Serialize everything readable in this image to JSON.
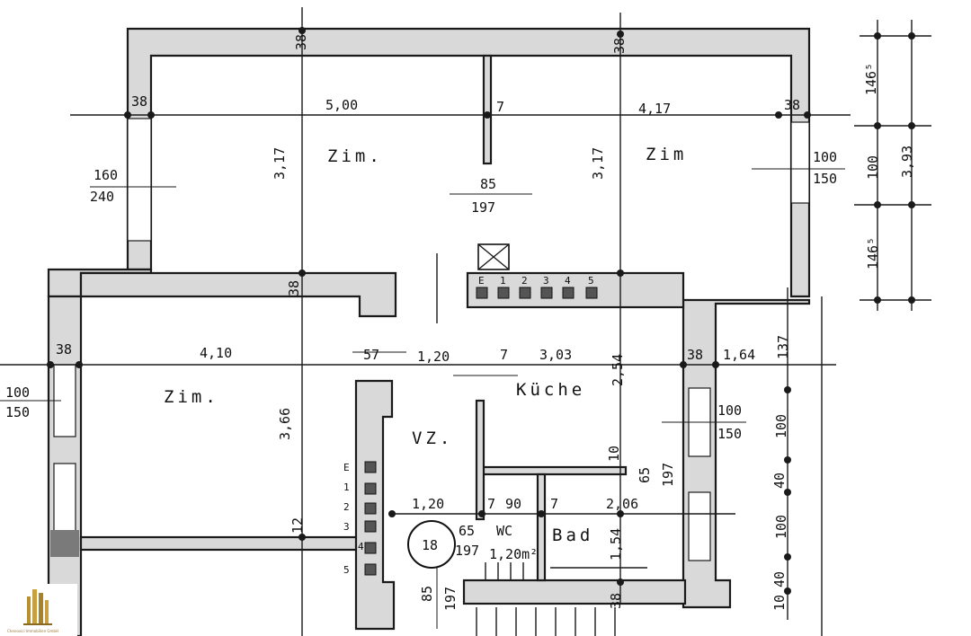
{
  "rooms": {
    "room_top_left": "Zim.",
    "room_top_right": "Zim",
    "room_bottom_left": "Zim.",
    "kitchen": "Küche",
    "hall": "VZ.",
    "wc": "WC",
    "bath": "Bad"
  },
  "dimensions": {
    "wall_38_a": "38",
    "wall_38_b": "38",
    "wall_38_c": "38",
    "wall_38_d": "38",
    "wall_38_e": "38",
    "wall_38_f": "38",
    "wall_38_g": "38",
    "wall_38_h": "38",
    "top_left_width": "5,00",
    "top_right_width": "4,17",
    "partition_7_top": "7",
    "top_left_height": "3,17",
    "top_right_height": "3,17",
    "door_width_top": "85",
    "door_height_top": "197",
    "window_left_top_a": "160",
    "window_left_top_b": "240",
    "window_right_top_a": "100",
    "window_right_top_b": "150",
    "bottom_left_width": "4,10",
    "bottom_left_height": "3,66",
    "window_left_bottom_a": "100",
    "window_left_bottom_b": "150",
    "hall_seg_a": "57",
    "hall_seg_b": "1,20",
    "partition_7_mid": "7",
    "kitchen_width": "3,03",
    "kitchen_height": "2,54",
    "kitchen_right_seg": "1,64",
    "kitchen_right_seg2": "137",
    "window_kitchen_a": "100",
    "window_kitchen_b": "150",
    "wall_10": "10",
    "door_kitchen_a": "65",
    "door_kitchen_b": "197",
    "hall_lower_seg": "1,20",
    "wc_width": "90",
    "wc_wall_7": "7",
    "wc_wall_7b": "7",
    "bath_width": "2,06",
    "bath_height": "1,54",
    "wc_door_a": "65",
    "wc_door_b": "197",
    "wc_area": "1,20m²",
    "entry_door_a": "85",
    "entry_door_b": "197",
    "wall_12": "12",
    "stair_number": "18",
    "side_top": "146⁵",
    "side_mid": "100",
    "side_total": "3,93",
    "side_bottom": "146⁵",
    "side_r1": "100",
    "side_r2": "40",
    "side_r3": "100",
    "side_r4": "40",
    "side_r5": "10"
  },
  "stair_labels_top": [
    "E",
    "1",
    "2",
    "3",
    "4",
    "5"
  ],
  "stair_labels_left": [
    "E",
    "1",
    "2",
    "3",
    "4",
    "5"
  ],
  "logo": {
    "caption": "Chenovici Immobilien GmbH"
  }
}
